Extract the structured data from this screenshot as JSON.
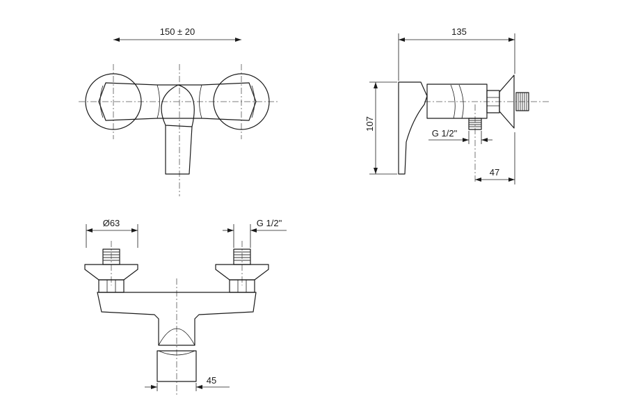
{
  "colors": {
    "line": "#1a1a1a",
    "center_line": "#555555",
    "background": "#ffffff"
  },
  "dimensions": {
    "top_view_spacing": "150 ± 20",
    "side_view_depth": "135",
    "side_view_height": "107",
    "side_view_inlet": "G 1/2\"",
    "side_view_offset": "47",
    "front_view_diameter": "Ø63",
    "front_view_inlet": "G 1/2\"",
    "front_view_outlet": "45"
  }
}
